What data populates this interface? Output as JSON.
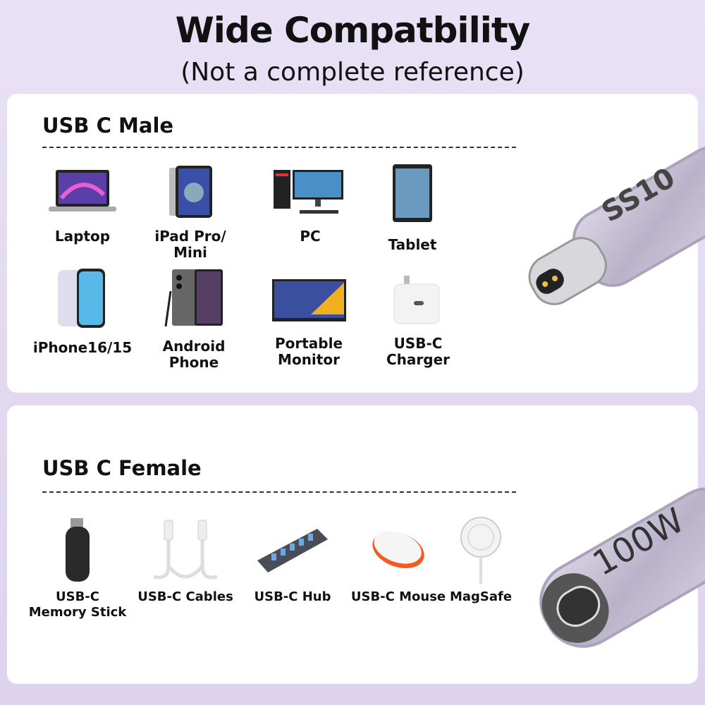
{
  "header": {
    "title": "Wide Compatbility",
    "subtitle": "(Not a complete reference)"
  },
  "male": {
    "heading": "USB C Male",
    "connector_text": "SS10",
    "items": [
      {
        "label": "Laptop",
        "icon": "laptop-icon"
      },
      {
        "label": "iPad Pro/ Mini",
        "icon": "tablet-icon"
      },
      {
        "label": "PC",
        "icon": "desktop-pc-icon"
      },
      {
        "label": "Tablet",
        "icon": "tablet-icon"
      },
      {
        "label": "iPhone16/15",
        "icon": "phone-icon"
      },
      {
        "label": "Android Phone",
        "icon": "phone-icon"
      },
      {
        "label": "Portable Monitor",
        "icon": "monitor-icon"
      },
      {
        "label": "USB-C Charger",
        "icon": "charger-icon"
      }
    ]
  },
  "female": {
    "heading": "USB C Female",
    "connector_text": "100W",
    "items": [
      {
        "label": "USB-C Memory Stick",
        "icon": "memory-stick-icon"
      },
      {
        "label": "USB-C Cables",
        "icon": "cable-icon"
      },
      {
        "label": "USB-C Hub",
        "icon": "hub-icon"
      },
      {
        "label": "USB-C Mouse",
        "icon": "mouse-icon"
      },
      {
        "label": "MagSafe",
        "icon": "magsafe-icon"
      }
    ]
  },
  "colors": {
    "background": "#e6dcf3",
    "connector": "#c9c3d6"
  }
}
